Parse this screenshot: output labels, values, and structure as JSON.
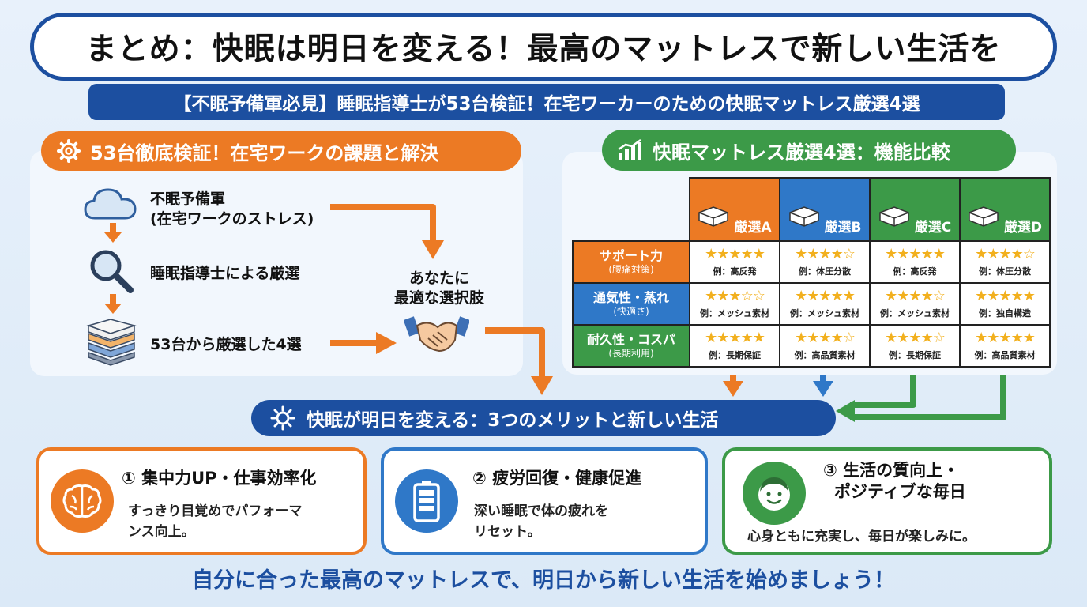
{
  "title": "まとめ：快眠は明日を変える！最高のマットレスで新しい生活を",
  "subtitle": "【不眠予備軍必見】睡眠指導士が53台検証！在宅ワーカーのための快眠マットレス厳選4選",
  "left_section": {
    "header": "53台徹底検証！在宅ワークの課題と解決",
    "header_icon": "gear-icon",
    "steps": [
      {
        "icon": "cloud-icon",
        "label_line1": "不眠予備軍",
        "label_line2": "(在宅ワークのストレス)"
      },
      {
        "icon": "magnifier-icon",
        "label_line1": "睡眠指導士による厳選",
        "label_line2": ""
      },
      {
        "icon": "mattress-stack-icon",
        "label_line1": "53台から厳選した4選",
        "label_line2": ""
      }
    ],
    "result_line1": "あなたに",
    "result_line2": "最適な選択肢",
    "result_icon": "handshake-icon"
  },
  "right_section": {
    "header": "快眠マットレス厳選4選：機能比較",
    "header_icon": "bar-chart-icon",
    "columns": [
      {
        "label": "厳選A",
        "color": "#ec7a24"
      },
      {
        "label": "厳選B",
        "color": "#2f78c8"
      },
      {
        "label": "厳選C",
        "color": "#3c9a48"
      },
      {
        "label": "厳選D",
        "color": "#3c9a48"
      }
    ],
    "rows": [
      {
        "label": "サポート力",
        "sub": "(腰痛対策)",
        "color": "#ec7a24",
        "cells": [
          {
            "stars": "★★★★★",
            "note": "例：高反発"
          },
          {
            "stars": "★★★★☆",
            "note": "例：体圧分散"
          },
          {
            "stars": "★★★★★",
            "note": "例：高反発"
          },
          {
            "stars": "★★★★☆",
            "note": "例：体圧分散"
          }
        ]
      },
      {
        "label": "通気性・蒸れ",
        "sub": "(快適さ)",
        "color": "#2f78c8",
        "cells": [
          {
            "stars": "★★★☆☆",
            "note": "例：メッシュ素材"
          },
          {
            "stars": "★★★★★",
            "note": "例：メッシュ素材"
          },
          {
            "stars": "★★★★☆",
            "note": "例：メッシュ素材"
          },
          {
            "stars": "★★★★★",
            "note": "例：独自構造"
          }
        ]
      },
      {
        "label": "耐久性・コスパ",
        "sub": "(長期利用)",
        "color": "#3c9a48",
        "cells": [
          {
            "stars": "★★★★★",
            "note": "例：長期保証"
          },
          {
            "stars": "★★★★☆",
            "note": "例：高品質素材"
          },
          {
            "stars": "★★★★☆",
            "note": "例：長期保証"
          },
          {
            "stars": "★★★★★",
            "note": "例：高品質素材"
          }
        ]
      }
    ]
  },
  "benefits": {
    "header": "快眠が明日を変える：3つのメリットと新しい生活",
    "header_icon": "sun-icon",
    "cards": [
      {
        "title": "① 集中力UP・仕事効率化",
        "title_line2": "",
        "body_line1": "すっきり目覚めでパフォーマ",
        "body_line2": "ンス向上。",
        "icon": "brain-icon"
      },
      {
        "title": "② 疲労回復・健康促進",
        "title_line2": "",
        "body_line1": "深い睡眠で体の疲れを",
        "body_line2": "リセット。",
        "icon": "battery-icon"
      },
      {
        "title": "③ 生活の質向上・",
        "title_line2": "ポジティブな毎日",
        "body_line1": "心身ともに充実し、毎日が楽しみに。",
        "body_line2": "",
        "icon": "smiley-face-icon"
      }
    ]
  },
  "footer": "自分に合った最高のマットレスで、明日から新しい生活を始めましょう！"
}
